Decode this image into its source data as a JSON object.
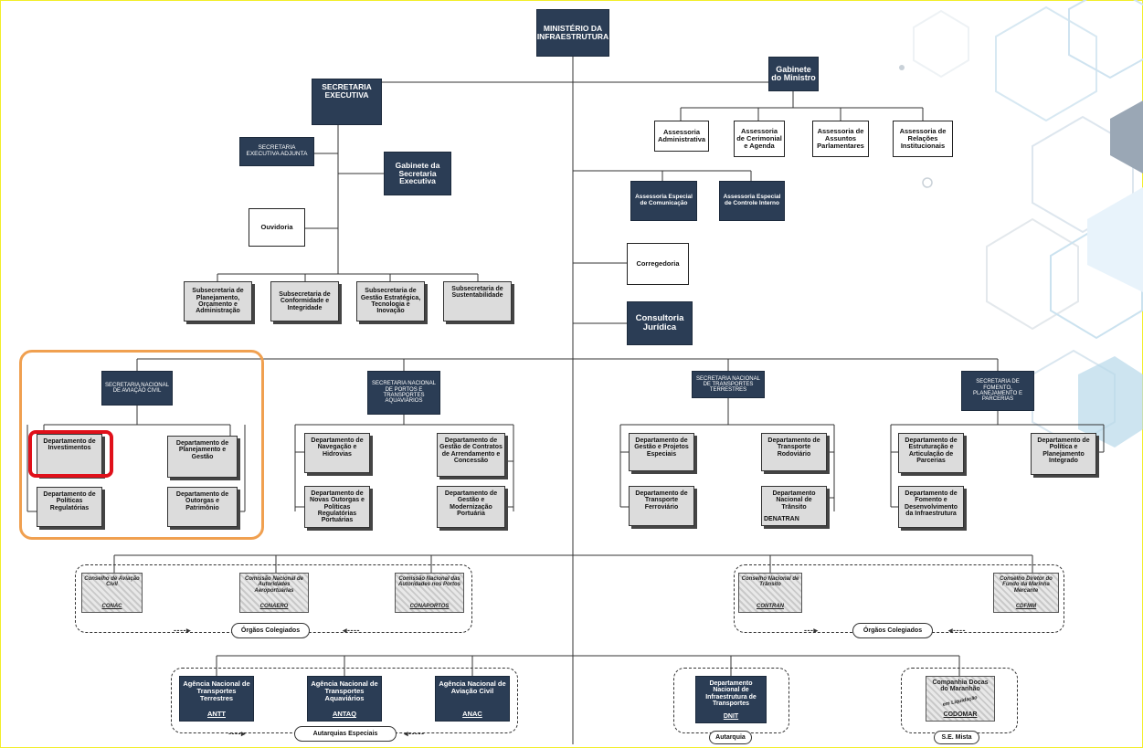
{
  "ministry": "MINISTÉRIO DA INFRAESTRUTURA",
  "gabinete_ministro": "Gabinete do Ministro",
  "assessorias": [
    "Assessoria Administrativa",
    "Assessoria de Cerimonial e Agenda",
    "Assessoria de Assuntos Parlamentares",
    "Assessoria de Relações Institucionais"
  ],
  "assessorias_especiais": [
    "Assessoria Especial de Comunicação",
    "Assessoria Especial de Controle Interno"
  ],
  "corregedoria": "Corregedoria",
  "consultoria": "Consultoria Jurídica",
  "secretaria_executiva": "SECRETARIA EXECUTIVA",
  "secretaria_executiva_adjunta": "SECRETARIA EXECUTIVA ADJUNTA",
  "gabinete_se": "Gabinete da Secretaria Executiva",
  "ouvidoria": "Ouvidoria",
  "subsecretarias": [
    "Subsecretaria de Planejamento, Orçamento e Administração",
    "Subsecretaria de Conformidade e Integridade",
    "Subsecretaria de Gestão Estratégica, Tecnologia e Inovação",
    "Subsecretaria de Sustentabilidade"
  ],
  "snac": {
    "title": "SECRETARIA NACIONAL DE AVIAÇÃO CIVIL",
    "depts": [
      "Departamento de Investimentos",
      "Departamento de Planejamento e Gestão",
      "Departamento de Políticas Regulatórias",
      "Departamento de Outorgas e Patrimônio"
    ]
  },
  "snpta": {
    "title": "SECRETARIA NACIONAL DE PORTOS E TRANSPORTES AQUAVIÁRIOS",
    "depts": [
      "Departamento de Navegação e Hidrovias",
      "Departamento de Gestão de Contratos de Arrendamento e Concessão",
      "Departamento de Novas Outorgas e Políticas Regulatórias Portuárias",
      "Departamento de Gestão e Modernização Portuária"
    ]
  },
  "sntt": {
    "title": "SECRETARIA NACIONAL DE TRANSPORTES TERRESTRES",
    "depts": [
      "Departamento de Gestão e Projetos Especiais",
      "Departamento de Transporte Rodoviário",
      "Departamento de Transporte Ferroviário",
      "Departamento Nacional de Trânsito"
    ],
    "denatran": "DENATRAN"
  },
  "sfppp": {
    "title": "SECRETARIA DE FOMENTO, PLANEJAMENTO E PARCERIAS",
    "depts": [
      "Departamento de Estruturação e Articulação de Parcerias",
      "Departamento de Política e Planejamento Integrado",
      "Departamento de Fomento e Desenvolvimento da Infraestrutura"
    ]
  },
  "colegiados_left": [
    {
      "name": "Conselho de Aviação Civil",
      "acr": "CONAC"
    },
    {
      "name": "Comissão Nacional de Autoridades Aeroportuárias",
      "acr": "CONAERO"
    },
    {
      "name": "Comissão Nacional das Autoridades nos Portos",
      "acr": "CONAPORTOS"
    }
  ],
  "colegiados_right": [
    {
      "name": "Conselho Nacional de Trânsito",
      "acr": "CONTRAN"
    },
    {
      "name": "Conselho Diretor do Fundo da Marinha Mercante",
      "acr": "CDFMM"
    }
  ],
  "orgaos_colegiados": "Órgãos Colegiados",
  "agencias": [
    {
      "name": "Agência Nacional de Transportes Terrestres",
      "acr": "ANTT"
    },
    {
      "name": "Agência Nacional de Transportes Aquaviários",
      "acr": "ANTAQ"
    },
    {
      "name": "Agência Nacional de Aviação Civil",
      "acr": "ANAC"
    }
  ],
  "autarquias_especiais": "Autarquias Especiais",
  "dnit": {
    "name": "Departamento Nacional de Infraestrutura de Transportes",
    "acr": "DNIT"
  },
  "autarquia": "Autarquia",
  "codomar": {
    "name": "Companhia Docas do Maranhão",
    "note": "em Liquidação",
    "acr": "CODOMAR"
  },
  "se_mista": "S.E. Mista",
  "colors": {
    "dark_box": "#2b3d55",
    "highlight_orange": "#f0a050",
    "highlight_red": "#e0101a"
  }
}
